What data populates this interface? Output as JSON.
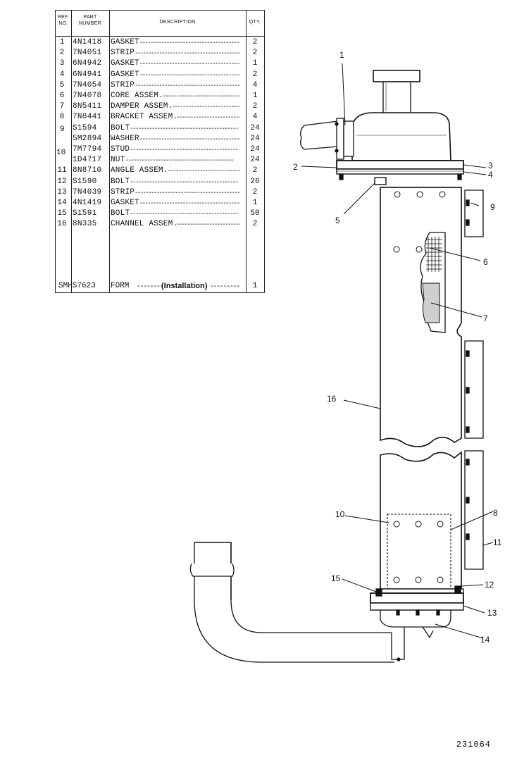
{
  "table": {
    "headers": {
      "ref": "REF. NO.",
      "part": "PART NUMBER",
      "desc": "DESCRIPTION",
      "qty": "QTY."
    },
    "rows": [
      {
        "ref": "1",
        "part": "4N1418",
        "desc": "GASKET",
        "qty": "2"
      },
      {
        "ref": "2",
        "part": "7N4051",
        "desc": "STRIP",
        "qty": "2"
      },
      {
        "ref": "3",
        "part": "6N4942",
        "desc": "GASKET",
        "qty": "1"
      },
      {
        "ref": "4",
        "part": "6N4941",
        "desc": "GASKET",
        "qty": "2"
      },
      {
        "ref": "5",
        "part": "7N4054",
        "desc": "STRIP",
        "qty": "4"
      },
      {
        "ref": "6",
        "part": "7N4078",
        "desc": "CORE ASSEM.",
        "qty": "1"
      },
      {
        "ref": "7",
        "part": "8N5411",
        "desc": "DAMPER ASSEM.",
        "qty": "2"
      },
      {
        "ref": "8",
        "part": "7N8441",
        "desc": "BRACKET ASSEM.",
        "qty": "4"
      },
      {
        "ref": "",
        "part": "S1594",
        "desc": "BOLT",
        "qty": "24"
      },
      {
        "ref": "",
        "part": "5M2894",
        "desc": "WASHER",
        "qty": "24"
      },
      {
        "ref": "",
        "part": "7M7794",
        "desc": "STUD",
        "qty": "24"
      },
      {
        "ref": "",
        "part": "1D4717",
        "desc": "NUT",
        "qty": "24"
      },
      {
        "ref": "11",
        "part": "8N8710",
        "desc": "ANGLE ASSEM.",
        "qty": "2"
      },
      {
        "ref": "12",
        "part": "S1590",
        "desc": "BOLT",
        "qty": "26"
      },
      {
        "ref": "13",
        "part": "7N4039",
        "desc": "STRIP",
        "qty": "2"
      },
      {
        "ref": "14",
        "part": "4N1419",
        "desc": "GASKET",
        "qty": "1"
      },
      {
        "ref": "15",
        "part": "S1591",
        "desc": "BOLT",
        "qty": "50"
      },
      {
        "ref": "16",
        "part": "8N335",
        "desc": "CHANNEL ASSEM.",
        "qty": "2"
      }
    ],
    "group_refs": {
      "g9": "9",
      "g10": "10"
    },
    "form_row": {
      "part": "SMHS7623",
      "desc": "FORM",
      "desc_note": "(Installation)",
      "qty": "1"
    }
  },
  "callouts": {
    "c1": "1",
    "c2": "2",
    "c3": "3",
    "c4": "4",
    "c5": "5",
    "c6": "6",
    "c7": "7",
    "c8": "8",
    "c9": "9",
    "c10": "10",
    "c11": "11",
    "c12": "12",
    "c13": "13",
    "c14": "14",
    "c15": "15",
    "c16": "16"
  },
  "drawing_code": "231064"
}
